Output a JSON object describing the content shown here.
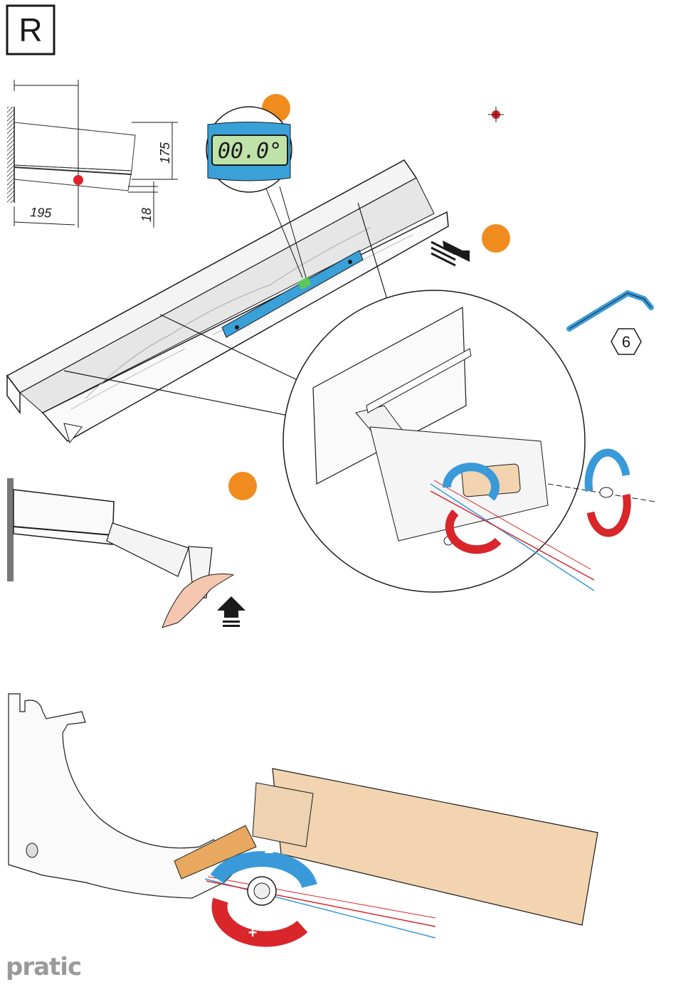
{
  "badge": {
    "letter": "R"
  },
  "dimensions": {
    "distance": "195",
    "height": "175",
    "offset": "18"
  },
  "level": {
    "reading": "00.0°"
  },
  "wrench": {
    "size": "6"
  },
  "rotation": {
    "minus": "−",
    "plus": "+"
  },
  "brand": {
    "name": "pratic"
  },
  "colors": {
    "orange": "#f08c1e",
    "blue": "#3a9ad9",
    "red": "#d8262b",
    "cassette": "#f2d4b0",
    "level_bar": "#3aa0d8",
    "marker": "#e0202a"
  }
}
